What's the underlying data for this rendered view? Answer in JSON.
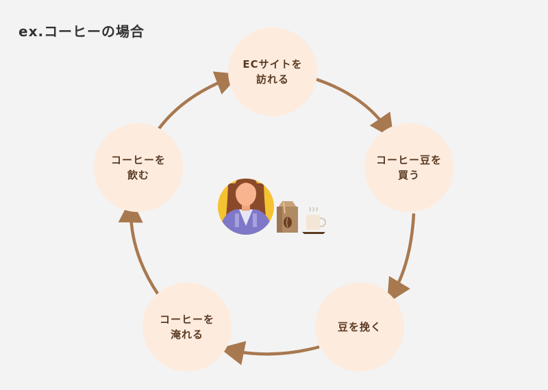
{
  "title": "ex.コーヒーの場合",
  "colors": {
    "background": "#f3f3f3",
    "node_fill": "#fdebde",
    "node_text": "#5a3a22",
    "arrow": "#a8784f",
    "title_text": "#333333"
  },
  "cycle": {
    "direction": "clockwise",
    "steps": [
      {
        "line1": "ECサイトを",
        "line2": "訪れる"
      },
      {
        "line1": "コーヒー豆を",
        "line2": "買う"
      },
      {
        "line1": "豆を挽く",
        "line2": ""
      },
      {
        "line1": "コーヒーを",
        "line2": "淹れる"
      },
      {
        "line1": "コーヒーを",
        "line2": "飲む"
      }
    ]
  },
  "center_icons": [
    "woman-avatar-icon",
    "coffee-bean-bag-icon",
    "coffee-cup-icon"
  ]
}
